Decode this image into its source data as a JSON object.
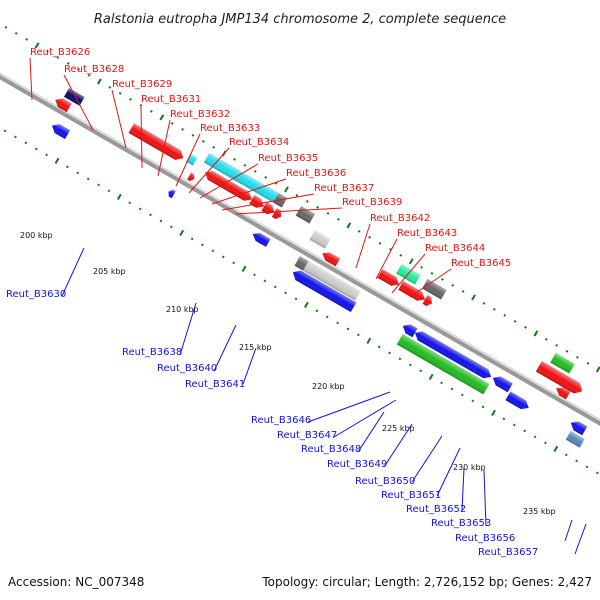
{
  "title": "Ralstonia eutropha JMP134 chromosome 2, complete sequence",
  "footer": {
    "accession": "Accession: NC_007348",
    "summary": "Topology: circular; Length: 2,726,152 bp; Genes: 2,427"
  },
  "colors": {
    "red": "#ee1111",
    "blue": "#1111ee",
    "navy": "#0a0a6e",
    "cyan": "#22ddee",
    "gray": "#666666",
    "lightgray": "#cccccc",
    "green": "#22bb22",
    "mint": "#22ee99",
    "steel": "#5588bb",
    "tick": "#117711",
    "backbone": "#999999"
  },
  "kbp_labels": [
    "200 kbp",
    "205 kbp",
    "210 kbp",
    "215 kbp",
    "220 kbp",
    "225 kbp",
    "230 kbp",
    "235 kbp"
  ],
  "upper_labels": [
    "Reut_B3626",
    "Reut_B3628",
    "Reut_B3629",
    "Reut_B3631",
    "Reut_B3632",
    "Reut_B3633",
    "Reut_B3634",
    "Reut_B3635",
    "Reut_B3636",
    "Reut_B3637",
    "Reut_B3639",
    "Reut_B3642",
    "Reut_B3643",
    "Reut_B3644",
    "Reut_B3645"
  ],
  "lower_labels": [
    "Reut_B3630",
    "Reut_B3638",
    "Reut_B3640",
    "Reut_B3641",
    "Reut_B3646",
    "Reut_B3647",
    "Reut_B3648",
    "Reut_B3649",
    "Reut_B3650",
    "Reut_B3651",
    "Reut_B3652",
    "Reut_B3653",
    "Reut_B3656",
    "Reut_B3657"
  ]
}
